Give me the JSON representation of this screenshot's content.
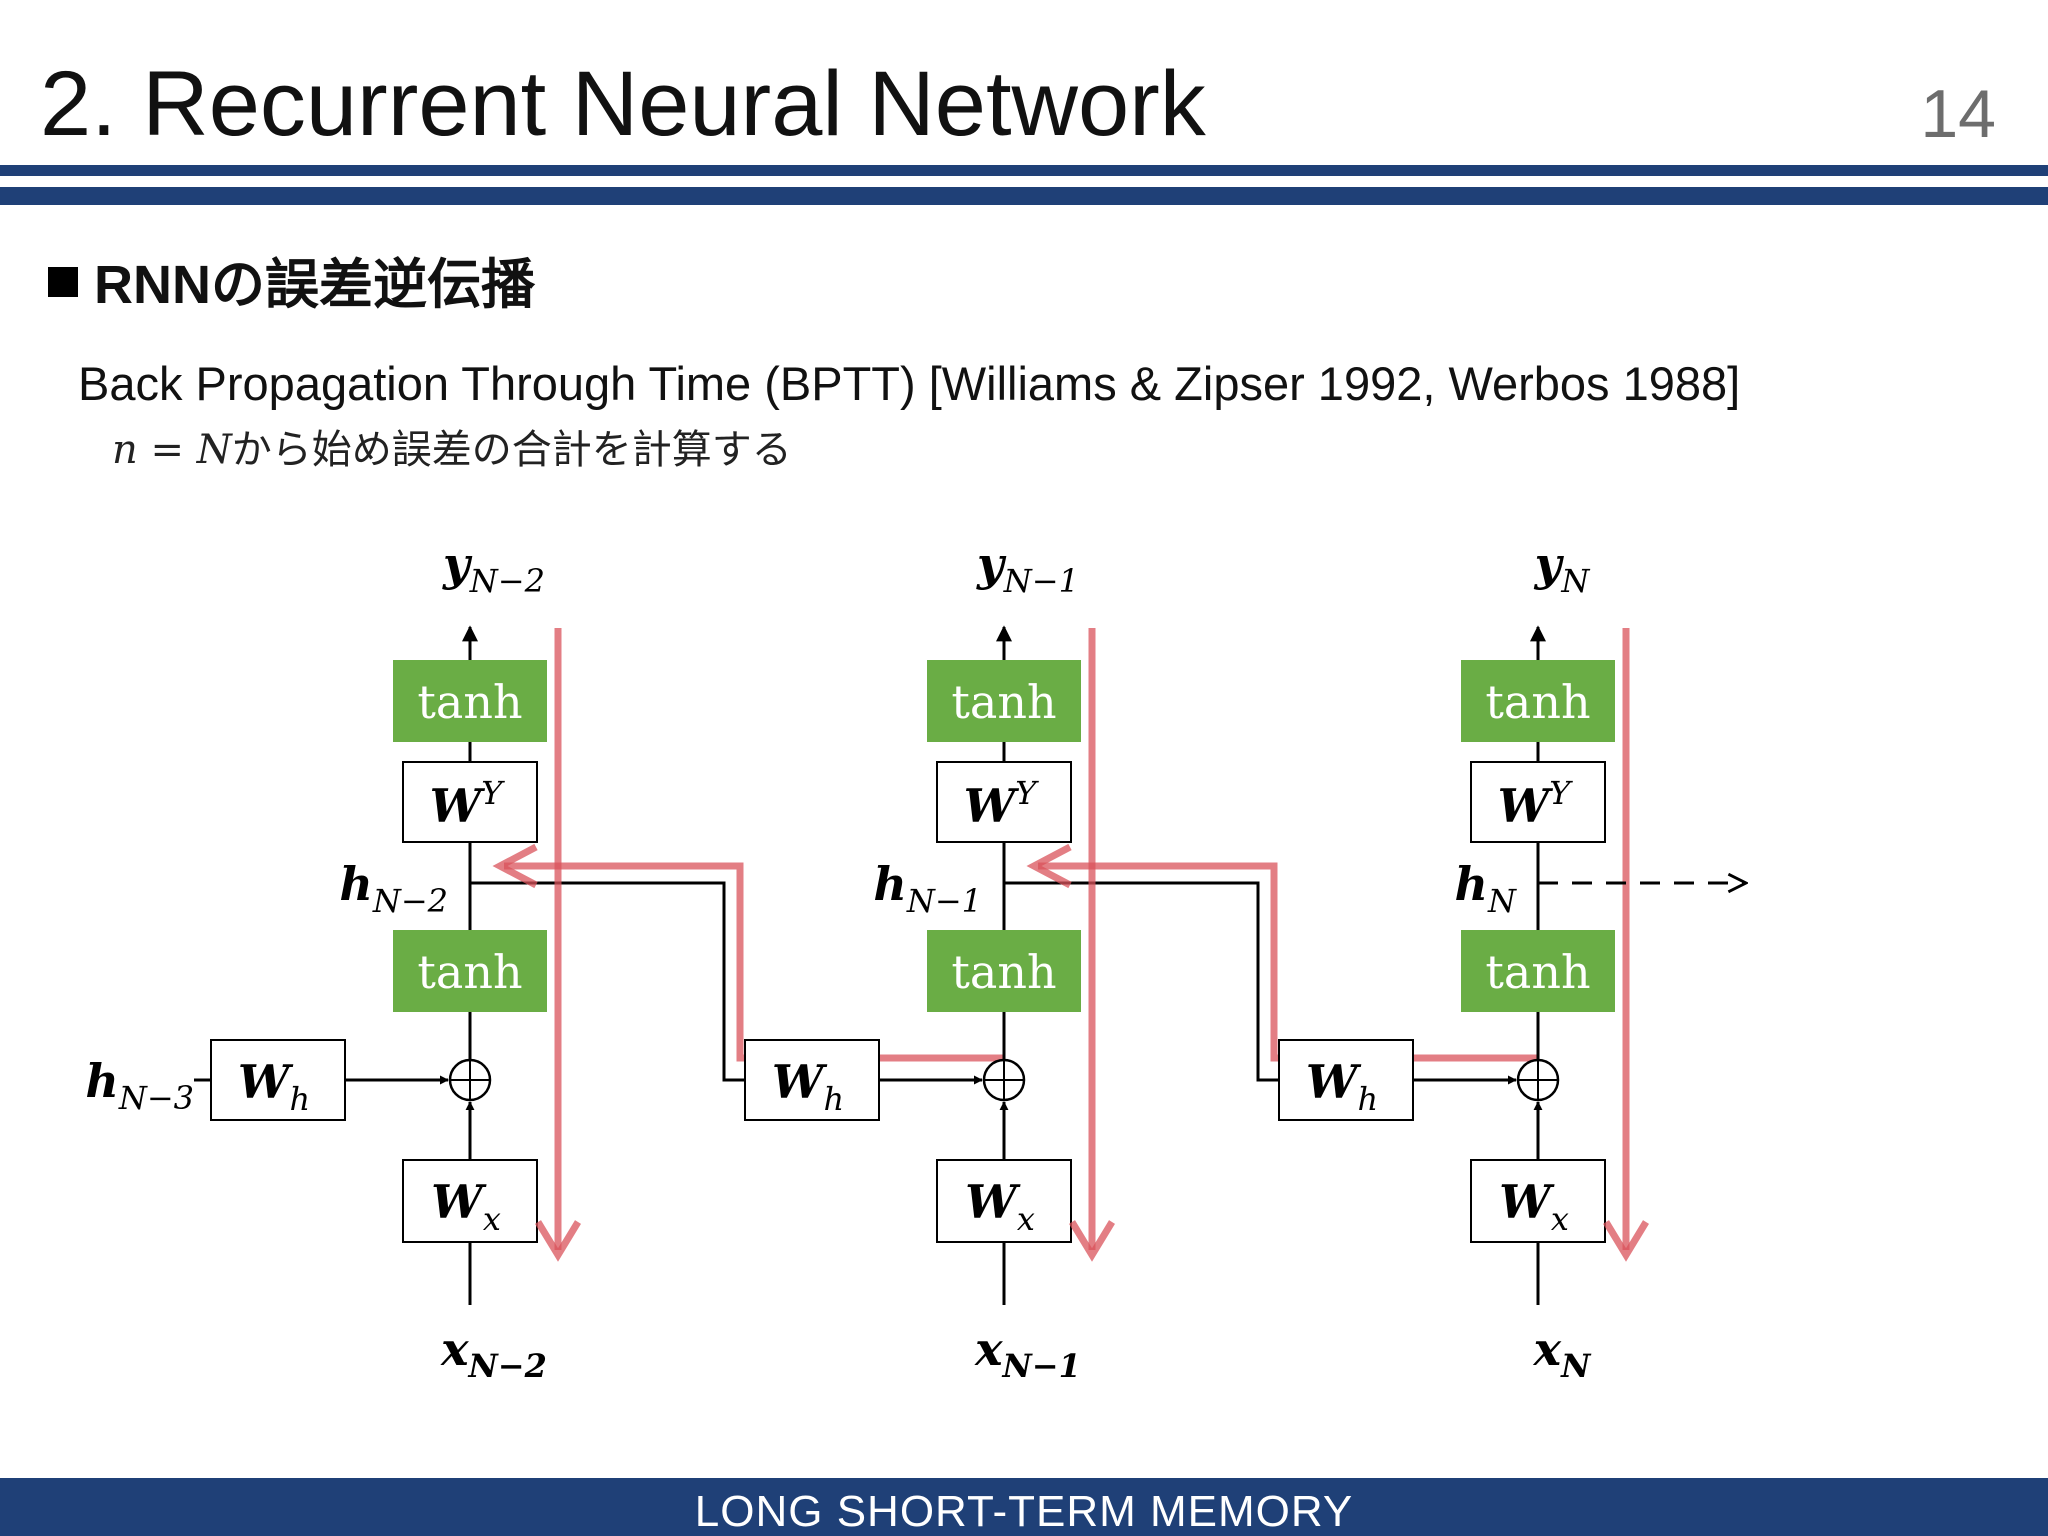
{
  "slide": {
    "title": "2. Recurrent Neural Network",
    "page_number": "14",
    "section_heading": "RNNの誤差逆伝播",
    "subline": "Back Propagation Through Time (BPTT) [Williams & Zipser 1992, Werbos 1988]",
    "note": {
      "var_n": "n",
      "eq": " = ",
      "var_N": "N",
      "text": "から始め誤差の合計を計算する"
    },
    "footer": "LONG SHORT-TERM MEMORY"
  },
  "colors": {
    "navy": "#1f4077",
    "activation_green": "#6aad45",
    "gradient_red": "#d9535b"
  },
  "diagram": {
    "activation_label": "tanh",
    "weight_main": "W",
    "weight_output_sup": "Y",
    "weight_recurrent_sub": "h",
    "weight_input_sub": "x",
    "hidden_main": "h",
    "output_main": "y",
    "input_main": "x",
    "initial_hidden_sub": "N−3",
    "steps": [
      {
        "sub": "N−2"
      },
      {
        "sub": "N−1"
      },
      {
        "sub": "N"
      }
    ]
  }
}
